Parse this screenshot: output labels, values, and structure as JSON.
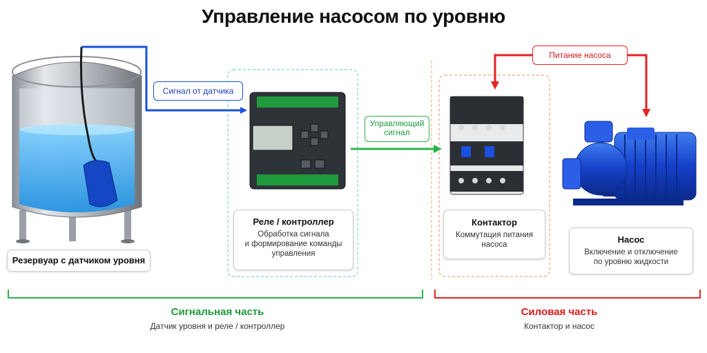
{
  "title": "Управление насосом по уровню",
  "labels": {
    "sensor_signal": "Сигнал от датчика",
    "control_signal": "Управляющий сигнал",
    "pump_power": "Питание насоса"
  },
  "cards": {
    "tank": {
      "title": "Резервуар с датчиком уровня"
    },
    "relay": {
      "title": "Реле / контроллер",
      "desc_line1": "Обработка сигнала",
      "desc_line2": "и формирование команды",
      "desc_line3": "управления"
    },
    "contactor": {
      "title": "Контактор",
      "desc_line1": "Коммутация питания",
      "desc_line2": "насоса"
    },
    "pump": {
      "title": "Насос",
      "desc_line1": "Включение и отключение",
      "desc_line2": "по уровню жидкости"
    }
  },
  "sections": {
    "signal": {
      "title": "Сигнальная часть",
      "subtitle": "Датчик уровня и реле / контроллер"
    },
    "power": {
      "title": "Силовая часть",
      "subtitle": "Контактор и насос"
    }
  },
  "colors": {
    "blue": "#1a4fe0",
    "green": "#2ab34a",
    "red": "#e52222",
    "orange_dash": "#f4a27a",
    "teal_dash": "#7fd3c8"
  },
  "icons": [
    "water-tank-icon",
    "float-switch-icon",
    "relay-controller-icon",
    "contactor-icon",
    "pump-icon"
  ]
}
